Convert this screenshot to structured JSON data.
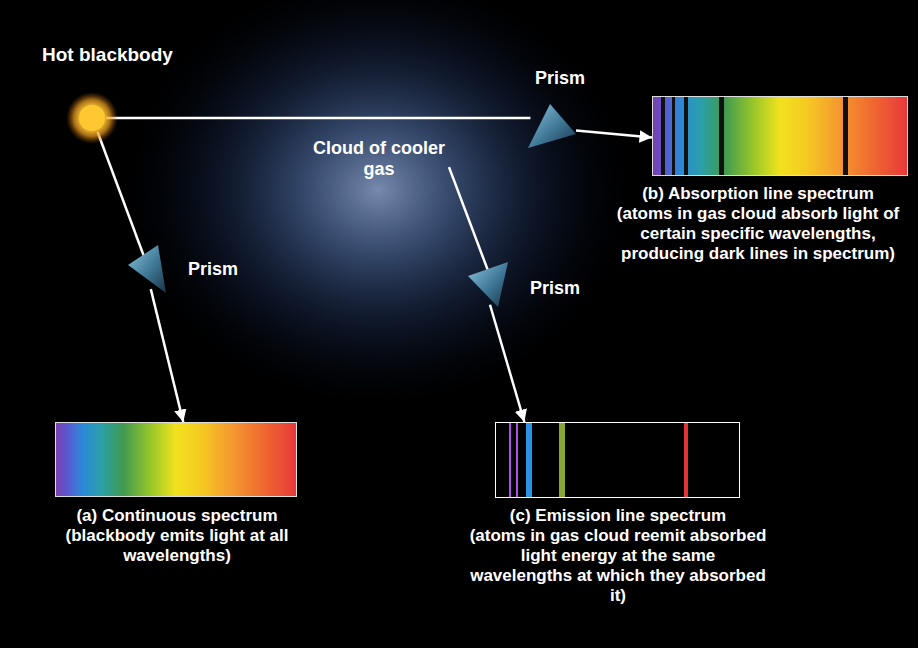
{
  "diagram": {
    "nodes": [
      {
        "text": [
          "Hot blackbody"
        ]
      },
      {
        "text": [
          "Prism"
        ]
      },
      {
        "text": [
          "Cloud of cooler gas"
        ]
      },
      {
        "text": [
          "(b) Absorption line spectrum",
          "(atoms in gas cloud absorb light of certain specific wavelengths, producing dark lines in spectrum)"
        ]
      },
      {
        "text": [
          "Prism"
        ]
      },
      {
        "text": [
          "Prism"
        ]
      },
      {
        "text": [
          "(a) Continuous spectrum",
          "(blackbody emits light at all wavelengths)"
        ]
      },
      {
        "text": [
          "(c) Emission line spectrum",
          "(atoms in gas cloud reemit absorbed light energy at the same wavelengths at which they absorbed it)"
        ]
      }
    ],
    "edges": [
      {
        "from": 0,
        "to": 1,
        "arrow": "none"
      },
      {
        "from": 1,
        "to": 3,
        "arrow": "to"
      },
      {
        "from": 0,
        "to": 4,
        "arrow": "none"
      },
      {
        "from": 4,
        "to": 6,
        "arrow": "to"
      },
      {
        "from": 2,
        "to": 5,
        "arrow": "none"
      },
      {
        "from": 5,
        "to": 7,
        "arrow": "to"
      }
    ]
  }
}
